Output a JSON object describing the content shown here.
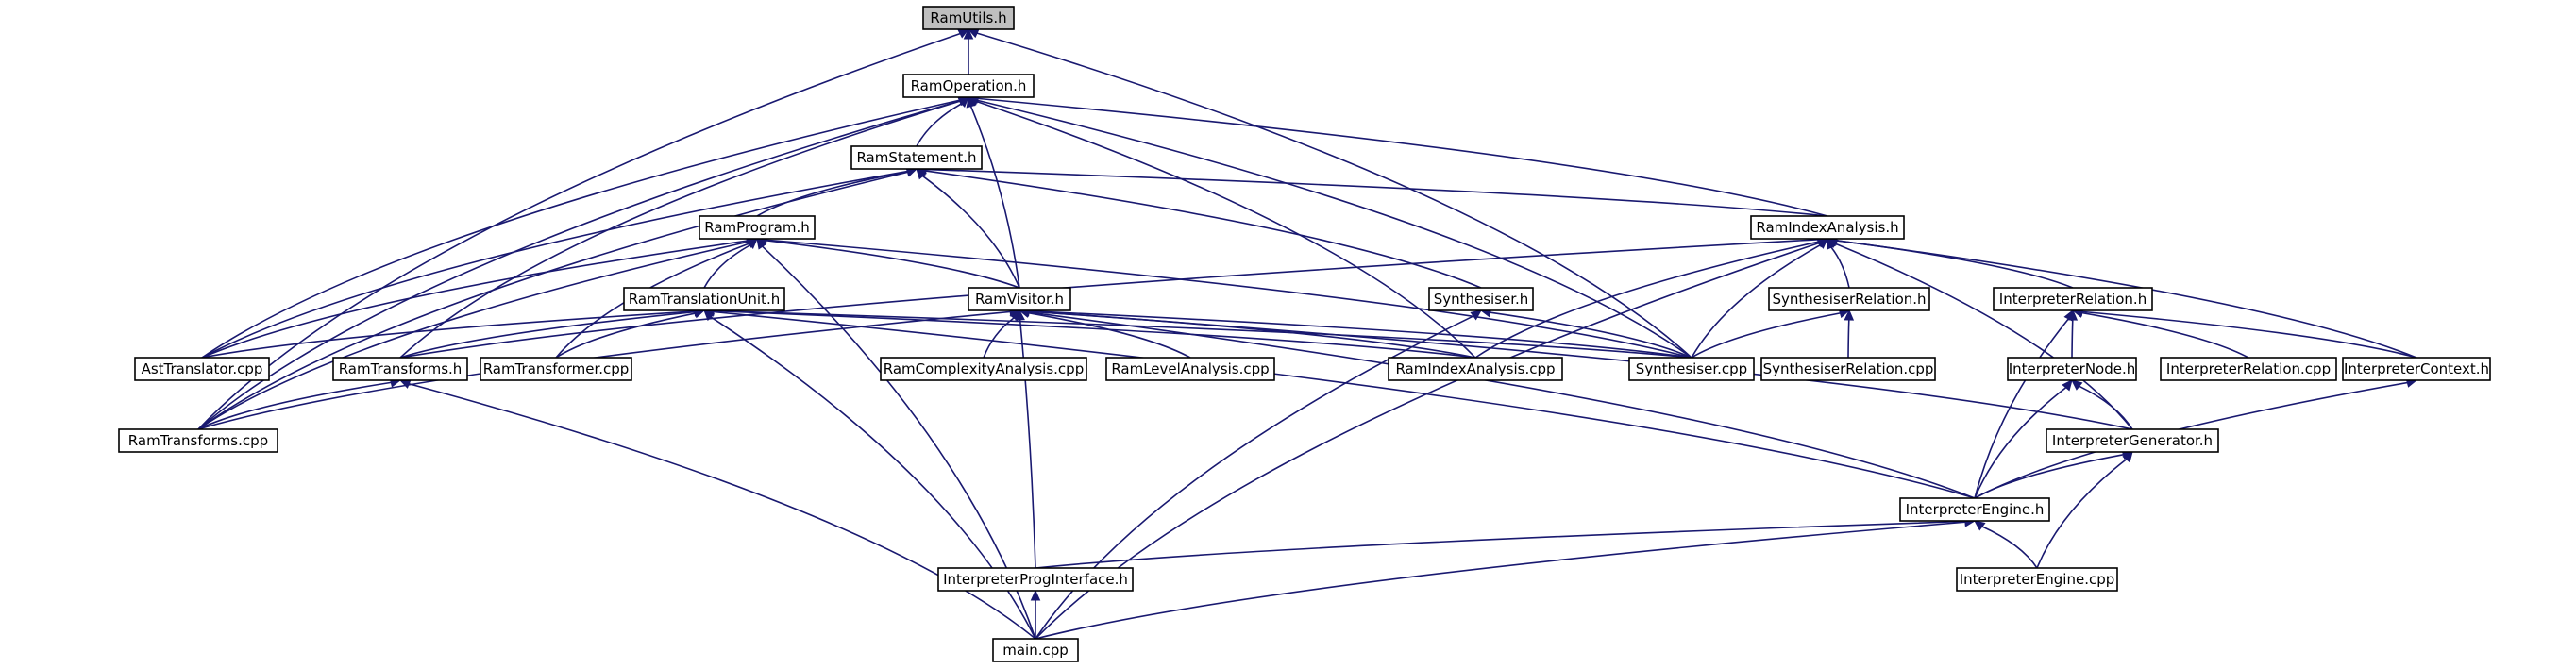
{
  "graph": {
    "edge_color": "#191970",
    "root_fill": "#bfbfbf",
    "nodes": [
      {
        "id": "ramutils_h",
        "label": "RamUtils.h",
        "root": true
      },
      {
        "id": "ramoperation_h",
        "label": "RamOperation.h"
      },
      {
        "id": "ramstatement_h",
        "label": "RamStatement.h"
      },
      {
        "id": "ramprogram_h",
        "label": "RamProgram.h"
      },
      {
        "id": "ramtranslationunit_h",
        "label": "RamTranslationUnit.h"
      },
      {
        "id": "ramvisitor_h",
        "label": "RamVisitor.h"
      },
      {
        "id": "ramindexanalysis_h",
        "label": "RamIndexAnalysis.h"
      },
      {
        "id": "synthesiser_h",
        "label": "Synthesiser.h"
      },
      {
        "id": "synthesiserrelation_h",
        "label": "SynthesiserRelation.h"
      },
      {
        "id": "interpreterrelation_h",
        "label": "InterpreterRelation.h"
      },
      {
        "id": "asttranslator_cpp",
        "label": "AstTranslator.cpp"
      },
      {
        "id": "ramtransforms_h",
        "label": "RamTransforms.h"
      },
      {
        "id": "ramtransformer_cpp",
        "label": "RamTransformer.cpp"
      },
      {
        "id": "ramcomplexityanalysis_cpp",
        "label": "RamComplexityAnalysis.cpp"
      },
      {
        "id": "ramlevelanalysis_cpp",
        "label": "RamLevelAnalysis.cpp"
      },
      {
        "id": "ramindexanalysis_cpp",
        "label": "RamIndexAnalysis.cpp"
      },
      {
        "id": "synthesiser_cpp",
        "label": "Synthesiser.cpp"
      },
      {
        "id": "synthesiserrelation_cpp",
        "label": "SynthesiserRelation.cpp"
      },
      {
        "id": "interpreternode_h",
        "label": "InterpreterNode.h"
      },
      {
        "id": "interpreterrelation_cpp",
        "label": "InterpreterRelation.cpp"
      },
      {
        "id": "interpretercontext_h",
        "label": "InterpreterContext.h"
      },
      {
        "id": "ramtransforms_cpp",
        "label": "RamTransforms.cpp"
      },
      {
        "id": "interpretergenerator_h",
        "label": "InterpreterGenerator.h"
      },
      {
        "id": "interpreterengine_h",
        "label": "InterpreterEngine.h"
      },
      {
        "id": "interpreterproginterface_h",
        "label": "InterpreterProgInterface.h"
      },
      {
        "id": "interpreterengine_cpp",
        "label": "InterpreterEngine.cpp"
      },
      {
        "id": "main_cpp",
        "label": "main.cpp"
      }
    ],
    "edges": [
      {
        "from": "ramoperation_h",
        "to": "ramutils_h"
      },
      {
        "from": "synthesiser_cpp",
        "to": "ramutils_h"
      },
      {
        "from": "ramtransforms_cpp",
        "to": "ramutils_h"
      },
      {
        "from": "ramstatement_h",
        "to": "ramoperation_h"
      },
      {
        "from": "ramvisitor_h",
        "to": "ramoperation_h"
      },
      {
        "from": "ramindexanalysis_h",
        "to": "ramoperation_h"
      },
      {
        "from": "ramindexanalysis_cpp",
        "to": "ramoperation_h"
      },
      {
        "from": "synthesiser_cpp",
        "to": "ramoperation_h"
      },
      {
        "from": "ramtransforms_h",
        "to": "ramoperation_h"
      },
      {
        "from": "asttranslator_cpp",
        "to": "ramoperation_h"
      },
      {
        "from": "ramtransforms_cpp",
        "to": "ramoperation_h"
      },
      {
        "from": "ramprogram_h",
        "to": "ramstatement_h"
      },
      {
        "from": "ramvisitor_h",
        "to": "ramstatement_h"
      },
      {
        "from": "ramindexanalysis_h",
        "to": "ramstatement_h"
      },
      {
        "from": "synthesiser_h",
        "to": "ramstatement_h"
      },
      {
        "from": "asttranslator_cpp",
        "to": "ramstatement_h"
      },
      {
        "from": "ramtransforms_cpp",
        "to": "ramstatement_h"
      },
      {
        "from": "ramtranslationunit_h",
        "to": "ramprogram_h"
      },
      {
        "from": "ramvisitor_h",
        "to": "ramprogram_h"
      },
      {
        "from": "synthesiser_cpp",
        "to": "ramprogram_h"
      },
      {
        "from": "asttranslator_cpp",
        "to": "ramprogram_h"
      },
      {
        "from": "ramtransformer_cpp",
        "to": "ramprogram_h"
      },
      {
        "from": "ramtransforms_cpp",
        "to": "ramprogram_h"
      },
      {
        "from": "main_cpp",
        "to": "ramprogram_h"
      },
      {
        "from": "asttranslator_cpp",
        "to": "ramtranslationunit_h"
      },
      {
        "from": "ramtransforms_h",
        "to": "ramtranslationunit_h"
      },
      {
        "from": "ramtransformer_cpp",
        "to": "ramtranslationunit_h"
      },
      {
        "from": "ramindexanalysis_cpp",
        "to": "ramtranslationunit_h"
      },
      {
        "from": "synthesiser_cpp",
        "to": "ramtranslationunit_h"
      },
      {
        "from": "interpreterengine_h",
        "to": "ramtranslationunit_h"
      },
      {
        "from": "main_cpp",
        "to": "ramtranslationunit_h"
      },
      {
        "from": "ramcomplexityanalysis_cpp",
        "to": "ramvisitor_h"
      },
      {
        "from": "ramlevelanalysis_cpp",
        "to": "ramvisitor_h"
      },
      {
        "from": "ramindexanalysis_cpp",
        "to": "ramvisitor_h"
      },
      {
        "from": "synthesiser_cpp",
        "to": "ramvisitor_h"
      },
      {
        "from": "interpretergenerator_h",
        "to": "ramvisitor_h"
      },
      {
        "from": "interpreterengine_h",
        "to": "ramvisitor_h"
      },
      {
        "from": "interpreterproginterface_h",
        "to": "ramvisitor_h"
      },
      {
        "from": "ramtransforms_cpp",
        "to": "ramvisitor_h"
      },
      {
        "from": "synthesiserrelation_h",
        "to": "ramindexanalysis_h"
      },
      {
        "from": "interpreterrelation_h",
        "to": "ramindexanalysis_h"
      },
      {
        "from": "interpretercontext_h",
        "to": "ramindexanalysis_h"
      },
      {
        "from": "synthesiser_cpp",
        "to": "ramindexanalysis_h"
      },
      {
        "from": "ramindexanalysis_cpp",
        "to": "ramindexanalysis_h"
      },
      {
        "from": "ramtransforms_h",
        "to": "ramindexanalysis_h"
      },
      {
        "from": "interpretergenerator_h",
        "to": "ramindexanalysis_h"
      },
      {
        "from": "main_cpp",
        "to": "ramindexanalysis_h"
      },
      {
        "from": "synthesiser_cpp",
        "to": "synthesiser_h"
      },
      {
        "from": "main_cpp",
        "to": "synthesiser_h"
      },
      {
        "from": "synthesiser_cpp",
        "to": "synthesiserrelation_h"
      },
      {
        "from": "synthesiserrelation_cpp",
        "to": "synthesiserrelation_h"
      },
      {
        "from": "interpreternode_h",
        "to": "interpreterrelation_h"
      },
      {
        "from": "interpreterrelation_cpp",
        "to": "interpreterrelation_h"
      },
      {
        "from": "interpretercontext_h",
        "to": "interpreterrelation_h"
      },
      {
        "from": "interpreterengine_h",
        "to": "interpreterrelation_h"
      },
      {
        "from": "interpretergenerator_h",
        "to": "interpreternode_h"
      },
      {
        "from": "interpreterengine_h",
        "to": "interpreternode_h"
      },
      {
        "from": "interpreterengine_h",
        "to": "interpretercontext_h"
      },
      {
        "from": "interpreterengine_h",
        "to": "interpretergenerator_h"
      },
      {
        "from": "interpreterengine_cpp",
        "to": "interpretergenerator_h"
      },
      {
        "from": "ramtransforms_cpp",
        "to": "ramtransforms_h"
      },
      {
        "from": "main_cpp",
        "to": "ramtransforms_h"
      },
      {
        "from": "interpreterproginterface_h",
        "to": "interpreterengine_h"
      },
      {
        "from": "interpreterengine_cpp",
        "to": "interpreterengine_h"
      },
      {
        "from": "main_cpp",
        "to": "interpreterengine_h"
      },
      {
        "from": "main_cpp",
        "to": "interpreterproginterface_h"
      }
    ]
  }
}
